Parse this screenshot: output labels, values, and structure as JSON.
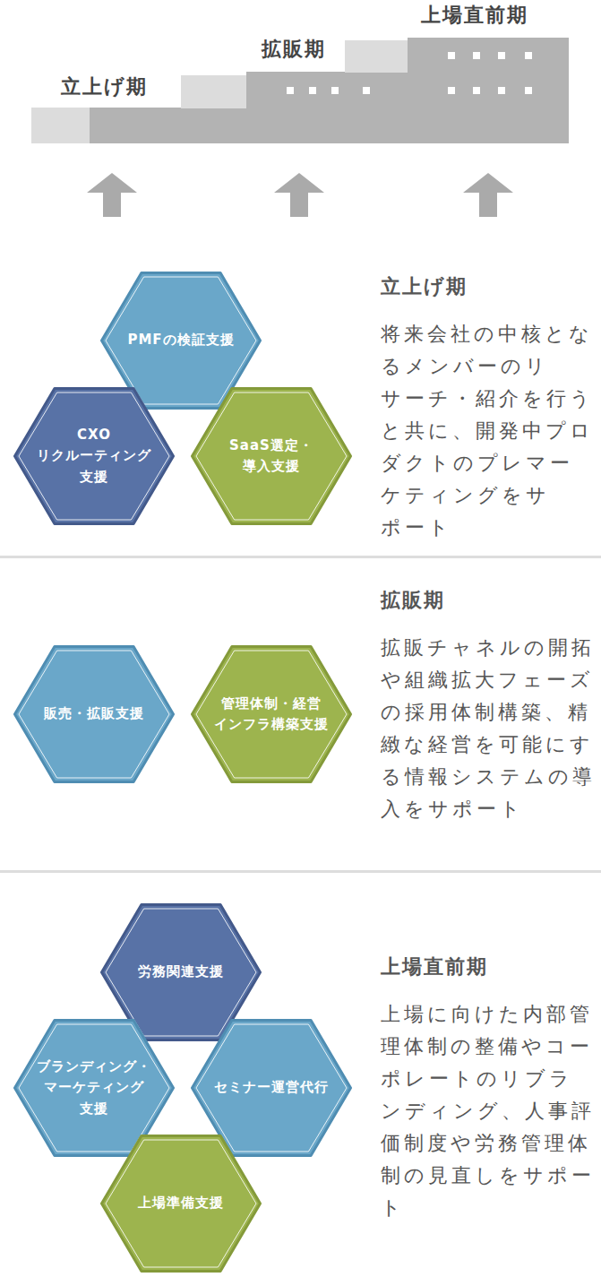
{
  "diagram": {
    "nodes": [
      {
        "text": [
          "PMFの検証支援"
        ]
      },
      {
        "text": [
          "CXO リクルーティング 支援"
        ]
      },
      {
        "text": [
          "SaaS選定・ 導入支援"
        ]
      },
      {
        "text": [
          "販売・拡販支援"
        ]
      },
      {
        "text": [
          "管理体制・経営 インフラ構築支援"
        ]
      },
      {
        "text": [
          "労務関連支援"
        ]
      },
      {
        "text": [
          "ブランディング・ マーケティング 支援"
        ]
      },
      {
        "text": [
          "セミナー運営代行"
        ]
      },
      {
        "text": [
          "上場準備支援"
        ]
      }
    ],
    "labels": [
      "立上げ期",
      "拡販期",
      "上場直前期",
      "立上げ期",
      "将来会社の中核となるメンバーのリサーチ・紹介を行うと共に、開発中プロダクトのプレマーケティングをサポート",
      "拡販期",
      "拡販チャネルの開拓や組織拡大フェーズの採用体制構築、精緻な経営を可能にする情報システムの導入をサポート",
      "上場直前期",
      "上場に向けた内部管理体制の整備やコーポレートのリブランディング、人事評価制度や労務管理体制の見直しをサポート"
    ]
  }
}
